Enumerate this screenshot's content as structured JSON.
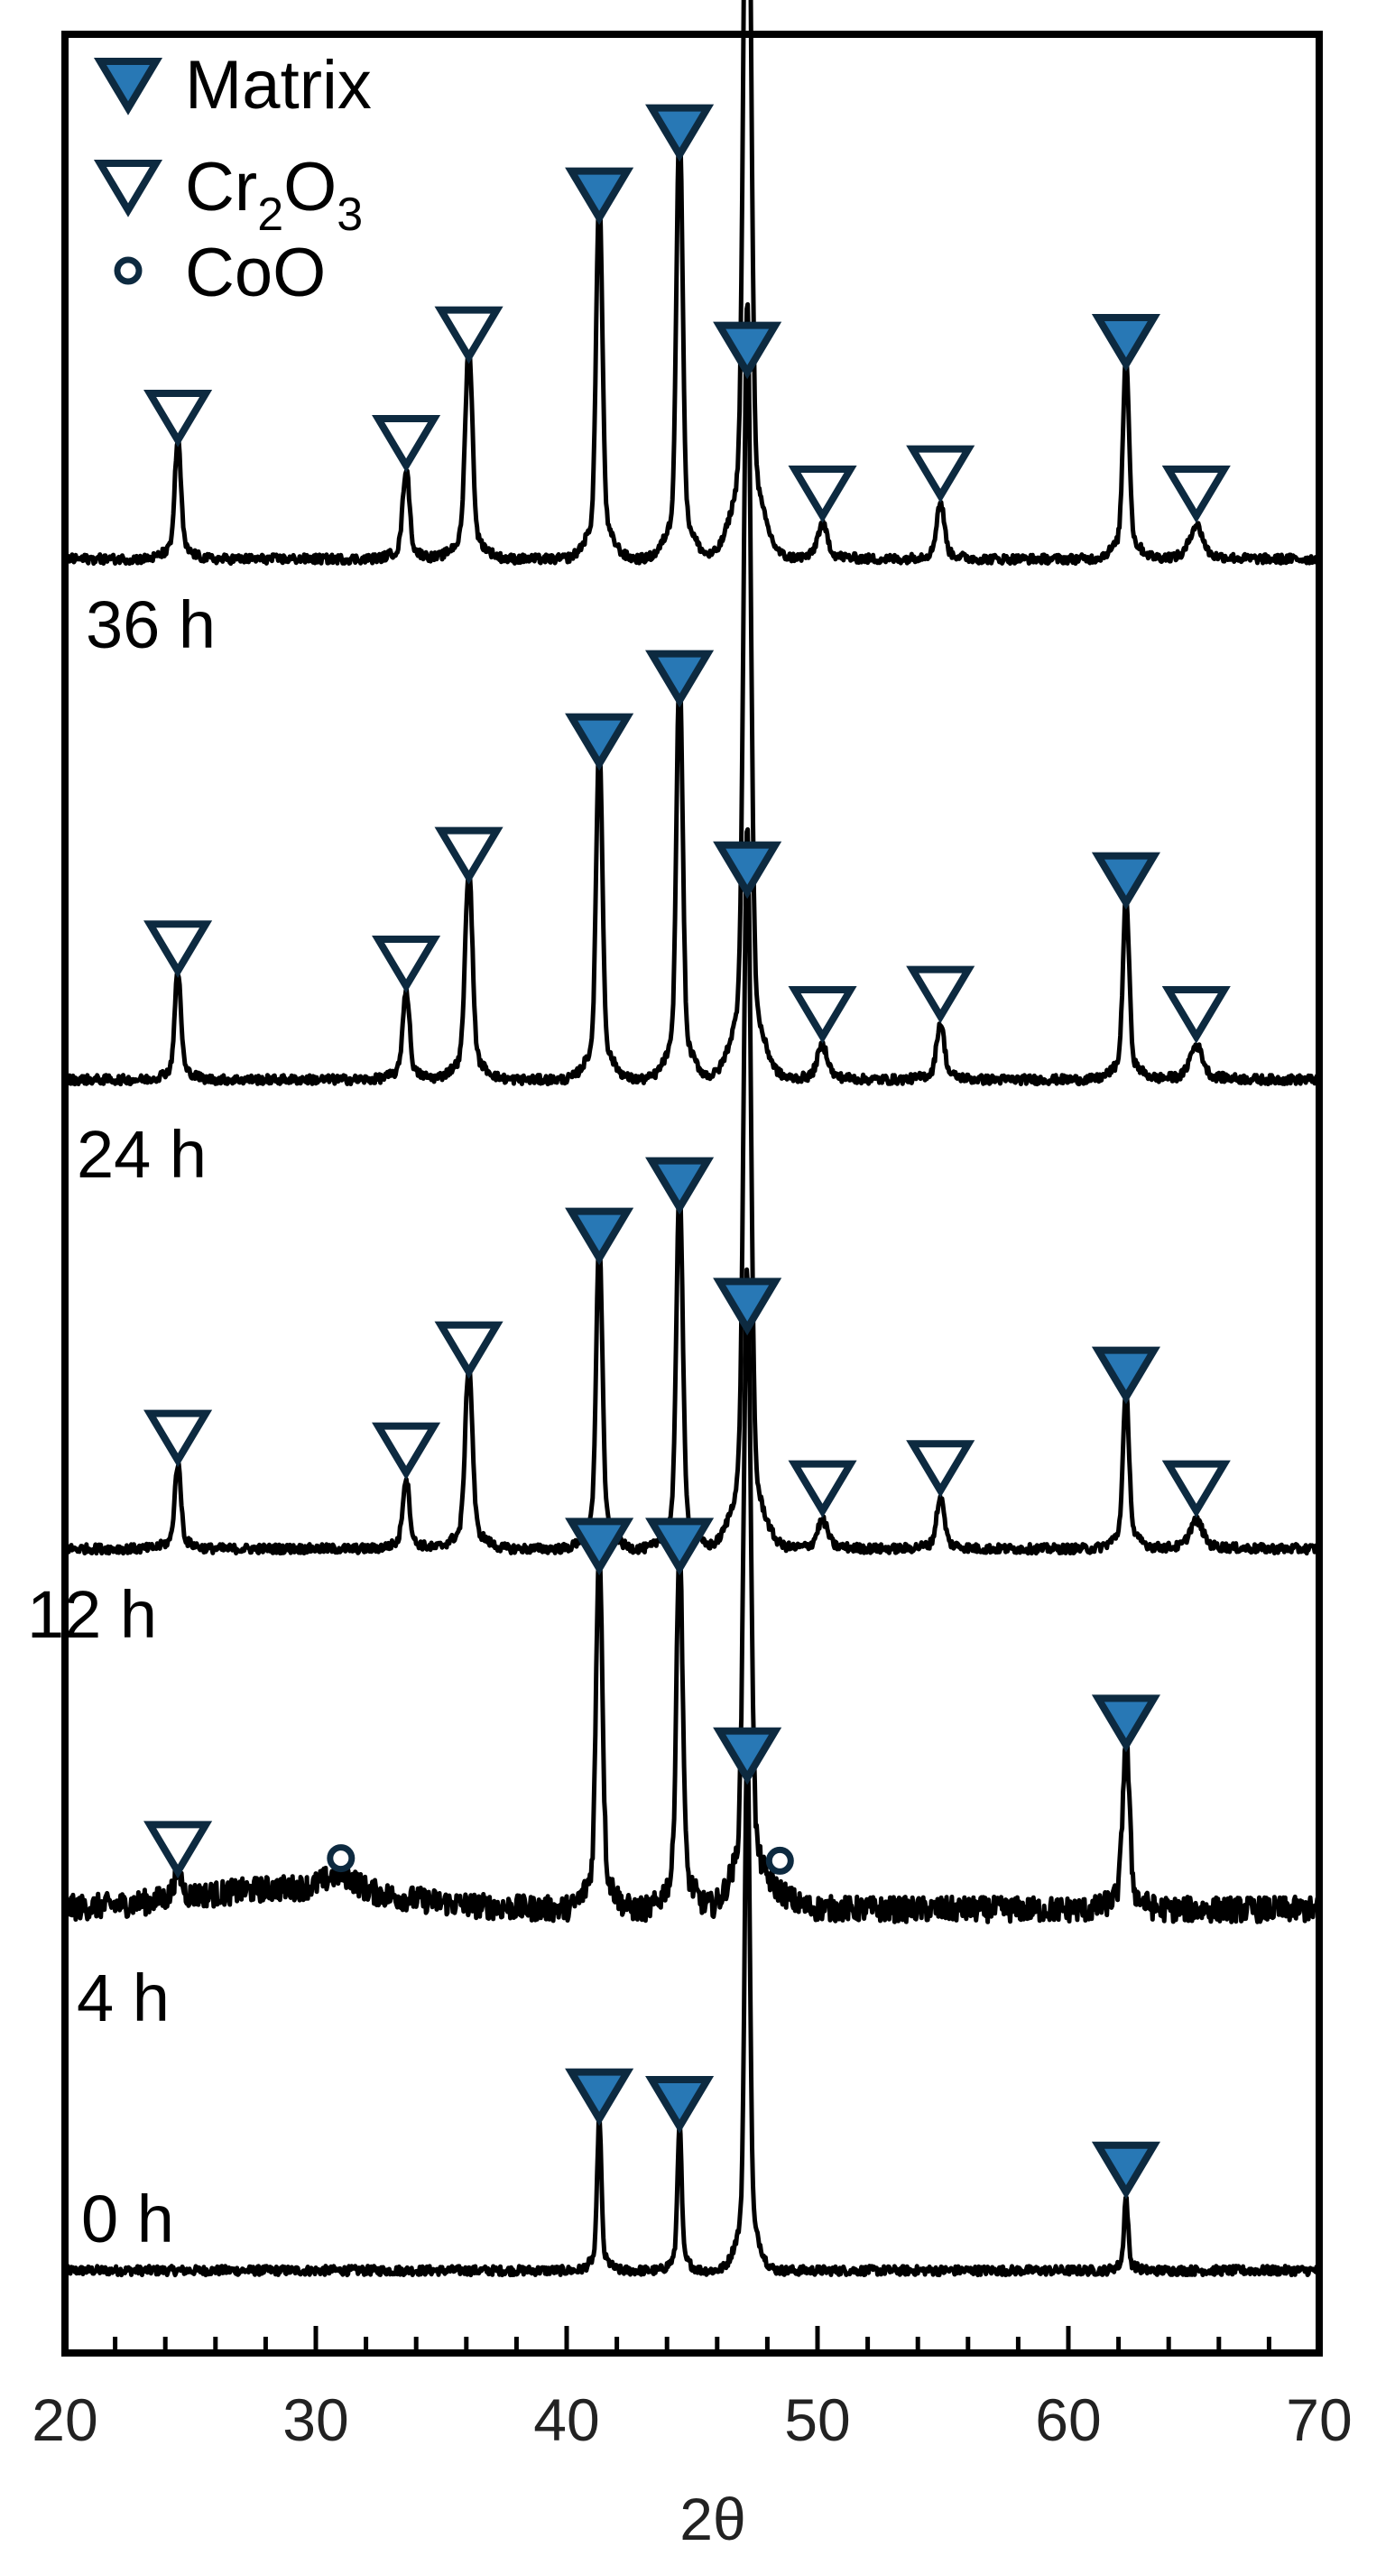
{
  "colors": {
    "matrix": "#2878b5",
    "marker_stroke": "#0d2a40",
    "line": "#000000"
  },
  "chart_data": {
    "type": "line",
    "xlabel": "2θ",
    "ylabel": "",
    "xlim": [
      20,
      70
    ],
    "x_ticks": [
      20,
      30,
      40,
      50,
      60,
      70
    ],
    "x_tick_labels": [
      "20",
      "30",
      "40",
      "50",
      "60",
      "70"
    ],
    "grid": false,
    "legend": {
      "position": "top-left",
      "entries": [
        {
          "phase": "matrix",
          "marker": "filled-triangle-down",
          "text": "Matrix"
        },
        {
          "phase": "cr2o3",
          "marker": "open-triangle-down",
          "text_parts": [
            "Cr",
            "2",
            "O",
            "3"
          ]
        },
        {
          "phase": "coo",
          "marker": "open-circle",
          "text": "CoO"
        }
      ]
    },
    "series": [
      {
        "label": "0 h",
        "baseline": 0.03,
        "peaks": [
          {
            "x": 41.3,
            "h": 0.55,
            "w": 0.08,
            "phase": "matrix"
          },
          {
            "x": 44.5,
            "h": 0.52,
            "w": 0.08,
            "phase": "matrix"
          },
          {
            "x": 47.2,
            "h": 1.9,
            "w": 0.1,
            "phase": "matrix"
          },
          {
            "x": 62.3,
            "h": 0.26,
            "w": 0.08,
            "phase": "matrix"
          }
        ]
      },
      {
        "label": "4 h",
        "baseline": 0.12,
        "peaks": [
          {
            "x": 24.5,
            "h": 0.1,
            "w": 0.15,
            "phase": "cr2o3"
          },
          {
            "x": 31.0,
            "h": 0.06,
            "w": 0.6,
            "phase": "coo"
          },
          {
            "x": 41.3,
            "h": 1.3,
            "w": 0.12,
            "phase": "matrix"
          },
          {
            "x": 44.5,
            "h": 1.3,
            "w": 0.12,
            "phase": "matrix"
          },
          {
            "x": 47.2,
            "h": 2.25,
            "w": 0.14,
            "phase": "matrix"
          },
          {
            "x": 48.5,
            "h": 0.05,
            "w": 0.5,
            "phase": "coo"
          },
          {
            "x": 62.3,
            "h": 0.6,
            "w": 0.13,
            "phase": "matrix"
          }
        ]
      },
      {
        "label": "12 h",
        "baseline": 0.03,
        "peaks": [
          {
            "x": 24.5,
            "h": 0.3,
            "w": 0.12,
            "phase": "cr2o3"
          },
          {
            "x": 33.6,
            "h": 0.25,
            "w": 0.13,
            "phase": "cr2o3"
          },
          {
            "x": 36.1,
            "h": 0.65,
            "w": 0.14,
            "phase": "cr2o3"
          },
          {
            "x": 41.3,
            "h": 1.1,
            "w": 0.12,
            "phase": "matrix"
          },
          {
            "x": 44.5,
            "h": 1.3,
            "w": 0.12,
            "phase": "matrix"
          },
          {
            "x": 47.2,
            "h": 2.55,
            "w": 0.14,
            "phase": "matrix"
          },
          {
            "x": 50.2,
            "h": 0.1,
            "w": 0.2,
            "phase": "cr2o3"
          },
          {
            "x": 54.9,
            "h": 0.18,
            "w": 0.15,
            "phase": "cr2o3"
          },
          {
            "x": 62.3,
            "h": 0.55,
            "w": 0.12,
            "phase": "matrix"
          },
          {
            "x": 65.1,
            "h": 0.1,
            "w": 0.25,
            "phase": "cr2o3"
          }
        ]
      },
      {
        "label": "24 h",
        "baseline": 0.03,
        "peaks": [
          {
            "x": 24.5,
            "h": 0.38,
            "w": 0.12,
            "phase": "cr2o3"
          },
          {
            "x": 33.6,
            "h": 0.32,
            "w": 0.13,
            "phase": "cr2o3"
          },
          {
            "x": 36.1,
            "h": 0.75,
            "w": 0.14,
            "phase": "cr2o3"
          },
          {
            "x": 41.3,
            "h": 1.2,
            "w": 0.12,
            "phase": "matrix"
          },
          {
            "x": 44.5,
            "h": 1.45,
            "w": 0.12,
            "phase": "matrix"
          },
          {
            "x": 47.2,
            "h": 2.75,
            "w": 0.14,
            "phase": "matrix"
          },
          {
            "x": 50.2,
            "h": 0.12,
            "w": 0.2,
            "phase": "cr2o3"
          },
          {
            "x": 54.9,
            "h": 0.2,
            "w": 0.15,
            "phase": "cr2o3"
          },
          {
            "x": 62.3,
            "h": 0.65,
            "w": 0.12,
            "phase": "matrix"
          },
          {
            "x": 65.1,
            "h": 0.12,
            "w": 0.25,
            "phase": "cr2o3"
          }
        ]
      },
      {
        "label": "36 h",
        "baseline": 0.03,
        "peaks": [
          {
            "x": 24.5,
            "h": 0.42,
            "w": 0.12,
            "phase": "cr2o3"
          },
          {
            "x": 33.6,
            "h": 0.32,
            "w": 0.13,
            "phase": "cr2o3"
          },
          {
            "x": 36.1,
            "h": 0.75,
            "w": 0.14,
            "phase": "cr2o3"
          },
          {
            "x": 41.3,
            "h": 1.3,
            "w": 0.12,
            "phase": "matrix"
          },
          {
            "x": 44.5,
            "h": 1.55,
            "w": 0.12,
            "phase": "matrix"
          },
          {
            "x": 47.2,
            "h": 3.1,
            "w": 0.14,
            "phase": "matrix"
          },
          {
            "x": 50.2,
            "h": 0.12,
            "w": 0.2,
            "phase": "cr2o3"
          },
          {
            "x": 54.9,
            "h": 0.2,
            "w": 0.15,
            "phase": "cr2o3"
          },
          {
            "x": 62.3,
            "h": 0.72,
            "w": 0.12,
            "phase": "matrix"
          },
          {
            "x": 65.1,
            "h": 0.12,
            "w": 0.25,
            "phase": "cr2o3"
          }
        ]
      }
    ]
  }
}
